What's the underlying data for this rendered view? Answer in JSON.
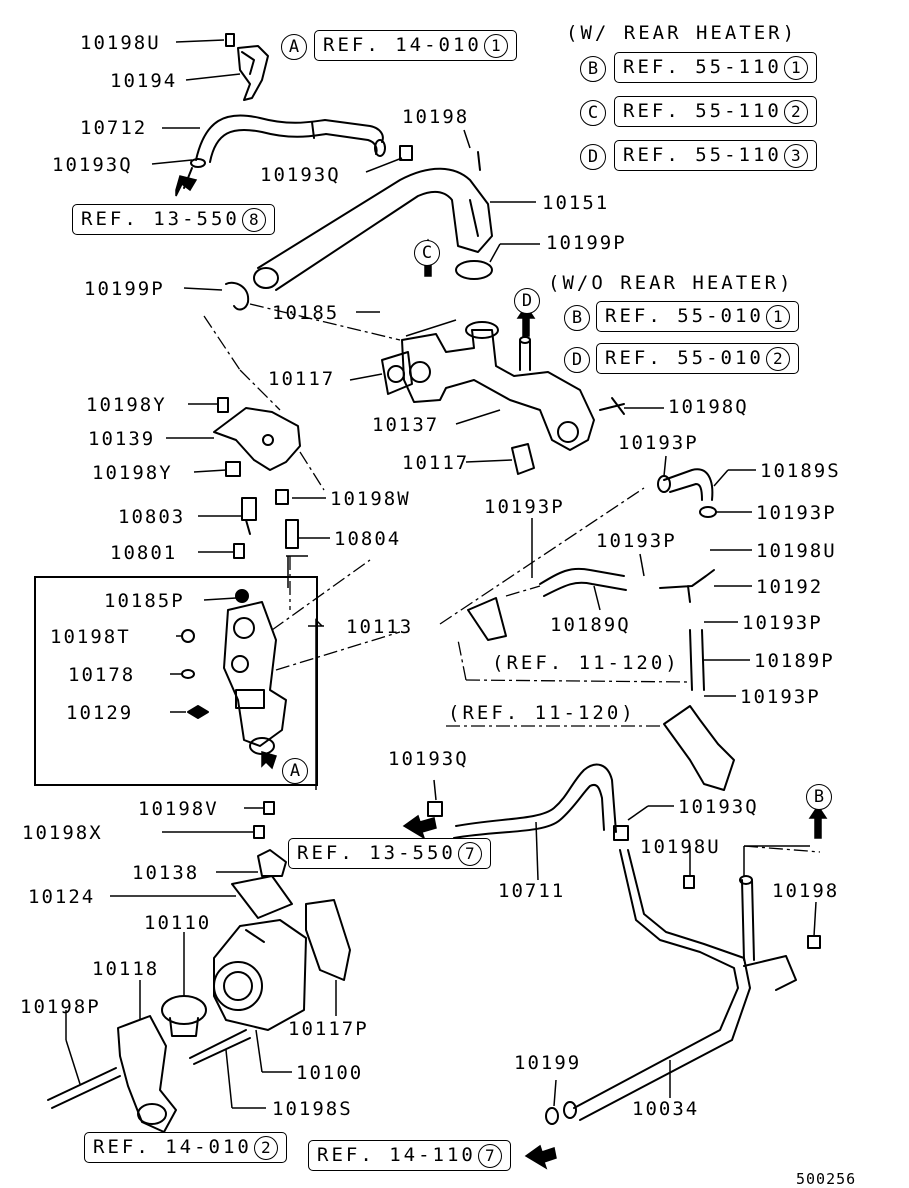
{
  "header_notes": {
    "with_rear_heater": "(W/ REAR HEATER)",
    "without_rear_heater": "(W/O REAR HEATER)"
  },
  "refs": {
    "a_top": {
      "tag": "A",
      "text": "REF. 14-010",
      "num": "1"
    },
    "b_with": {
      "tag": "B",
      "text": "REF. 55-110",
      "num": "1"
    },
    "c_with": {
      "tag": "C",
      "text": "REF. 55-110",
      "num": "2"
    },
    "d_with": {
      "tag": "D",
      "text": "REF. 55-110",
      "num": "3"
    },
    "b_without": {
      "tag": "B",
      "text": "REF. 55-010",
      "num": "1"
    },
    "d_without": {
      "tag": "D",
      "text": "REF. 55-010",
      "num": "2"
    },
    "ref_13_550_8": {
      "text": "REF. 13-550",
      "num": "8"
    },
    "ref_13_550_7": {
      "text": "REF. 13-550",
      "num": "7"
    },
    "ref_14_010_2": {
      "text": "REF. 14-010",
      "num": "2"
    },
    "ref_14_110_7": {
      "text": "REF. 14-110",
      "num": "7"
    }
  },
  "plain_refs": {
    "ref_11_120_a": "(REF. 11-120)",
    "ref_11_120_b": "(REF. 11-120)"
  },
  "tags": {
    "a_box": "A",
    "b_right": "B",
    "c_arrow": "C",
    "d_arrow": "D"
  },
  "parts": {
    "p10198U_top": "10198U",
    "p10194": "10194",
    "p10712": "10712",
    "p10193Q_a": "10193Q",
    "p10198_top": "10198",
    "p10193Q_b": "10193Q",
    "p10151": "10151",
    "p10199P_right": "10199P",
    "p10199P_left": "10199P",
    "p10185": "10185",
    "p10117_a": "10117",
    "p10198Y_a": "10198Y",
    "p10137": "10137",
    "p10198Q_right": "10198Q",
    "p10139": "10139",
    "p10117_b": "10117",
    "p10193P_a": "10193P",
    "p10189S": "10189S",
    "p10198Y_b": "10198Y",
    "p10198W": "10198W",
    "p10193P_b": "10193P",
    "p10193P_c": "10193P",
    "p10803": "10803",
    "p10804": "10804",
    "p10193P_d": "10193P",
    "p10198U_mid": "10198U",
    "p10801": "10801",
    "p10192": "10192",
    "p10185P": "10185P",
    "p10113": "10113",
    "p10189Q": "10189Q",
    "p10193P_e": "10193P",
    "p10198T": "10198T",
    "p10189P": "10189P",
    "p10178": "10178",
    "p10193P_f": "10193P",
    "p10129": "10129",
    "p10193Q_c": "10193Q",
    "p10198V": "10198V",
    "p10193Q_d": "10193Q",
    "p10198X": "10198X",
    "p10198U_low": "10198U",
    "p10138": "10138",
    "p10124": "10124",
    "p10711": "10711",
    "p10198_low": "10198",
    "p10110": "10110",
    "p10118": "10118",
    "p10198P": "10198P",
    "p10117P": "10117P",
    "p10100": "10100",
    "p10199": "10199",
    "p10034": "10034",
    "p10198S": "10198S"
  },
  "figure_code": "500256"
}
